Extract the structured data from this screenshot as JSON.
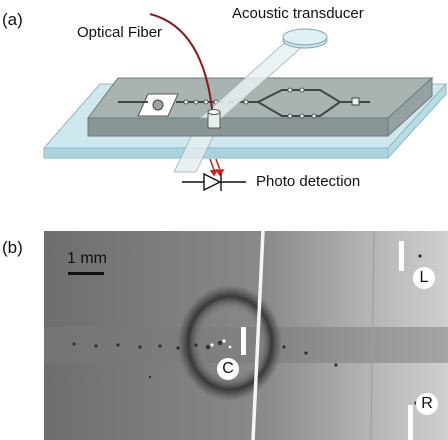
{
  "panel_a": {
    "label": "(a)",
    "optical_fiber": "Optical Fiber",
    "acoustic_transducer": "Acoustic transducer",
    "photo_detection": "Photo detection"
  },
  "panel_b": {
    "label": "(b)",
    "scale_bar": "1 mm",
    "markers": {
      "c": "C",
      "l": "L",
      "r": "R"
    }
  },
  "colors": {
    "glass": "#cde8ee",
    "chip_top": "#a9b3b2",
    "fiber": "#8b1a1a",
    "arrow": "#d02020",
    "photo_bg": "#8a8a8a"
  }
}
